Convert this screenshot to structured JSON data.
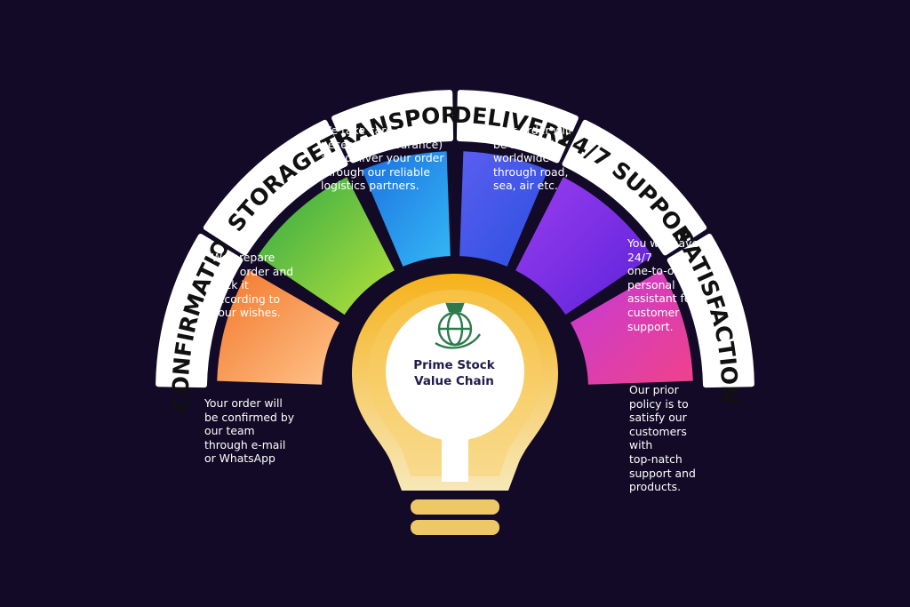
{
  "center": {
    "title": "Prime Stock\nValue Chain",
    "logo_icon": "globe-crown-logo-icon"
  },
  "segments": [
    {
      "id": "confirmation",
      "title": "CONFIRMATION",
      "description": "Your order will\nbe confirmed by\nour team\nthrough e-mail\nor WhatsApp",
      "color_from": "#f2762a",
      "color_to": "#ffc48a"
    },
    {
      "id": "storage",
      "title": "STORAGE",
      "description": "We prepare\nyour order and\npack it\naccording to\nyour wishes.",
      "color_from": "#2fa845",
      "color_to": "#b4e23c"
    },
    {
      "id": "transport",
      "title": "TRANSPORT",
      "description": "We take care of the\nnecessary (insurance)\nand deliver your order\nthrough our reliable\nlogistics partners.",
      "color_from": "#1b6fe0",
      "color_to": "#35b8f5"
    },
    {
      "id": "delivery",
      "title": "DELIVERY",
      "description": "Your order will\nbe shipped\nworldwide\nthrough road,\nsea, air etc.",
      "color_from": "#5a5ef0",
      "color_to": "#2b4fe0"
    },
    {
      "id": "support",
      "title": "24/7 SUPPORT",
      "description": "You will have\n24/7\none-to-one\npersonal\nassistant for\ncustomer\nsupport.",
      "color_from": "#9b3df0",
      "color_to": "#5a22d8"
    },
    {
      "id": "satisfaction",
      "title": "SATISFACTION",
      "description": "Our prior\npolicy is to\nsatisfy our\ncustomers\nwith\ntop-natch\nsupport and\nproducts.",
      "color_from": "#c43ad8",
      "color_to": "#f0428a"
    }
  ],
  "colors": {
    "background": "#120a26",
    "bulb_top": "#f6b21c",
    "bulb_bottom": "#f7e3a8",
    "tab": "#ffffff",
    "tab_text": "#111111"
  }
}
